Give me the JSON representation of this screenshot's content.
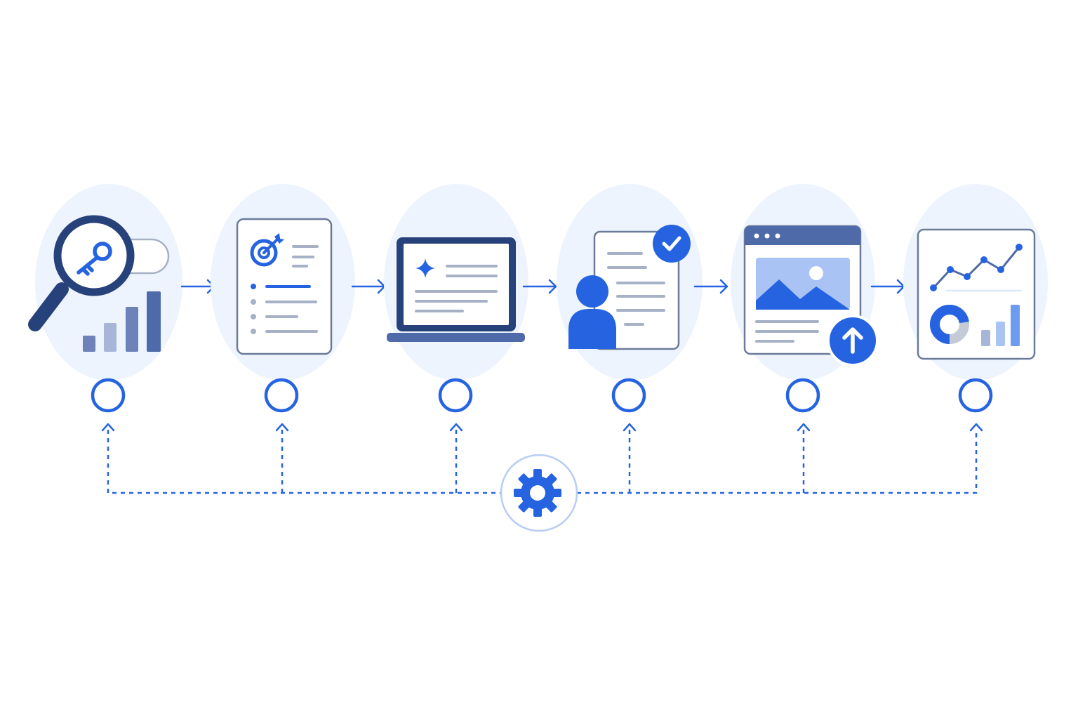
{
  "colors": {
    "background": "#ffffff",
    "halo": "#eef4fd",
    "navy": "#27417a",
    "blue": "#2563e0",
    "light_blue": "#a9c3f5",
    "pale_blue": "#dbe7fb",
    "gray_line": "#a7b1c6",
    "card_border": "#6b7a99"
  },
  "steps": [
    {
      "name": "keyword-research",
      "icons": [
        "magnifier-icon",
        "key-icon",
        "bar-chart-icon"
      ]
    },
    {
      "name": "content-strategy",
      "icons": [
        "document-icon",
        "target-icon",
        "checklist-icon"
      ]
    },
    {
      "name": "content-writing",
      "icons": [
        "laptop-icon",
        "sparkle-icon",
        "text-lines-icon"
      ]
    },
    {
      "name": "content-review",
      "icons": [
        "document-icon",
        "user-icon",
        "check-badge-icon"
      ]
    },
    {
      "name": "publishing",
      "icons": [
        "browser-window-icon",
        "image-icon",
        "upload-icon"
      ]
    },
    {
      "name": "performance-analytics",
      "icons": [
        "dashboard-icon",
        "line-chart-icon",
        "donut-chart-icon",
        "bar-chart-icon"
      ]
    }
  ],
  "hub": {
    "icon": "gear-icon"
  },
  "flow": {
    "arrow_icon": "arrow-right-icon",
    "connector_style": "dashed"
  }
}
